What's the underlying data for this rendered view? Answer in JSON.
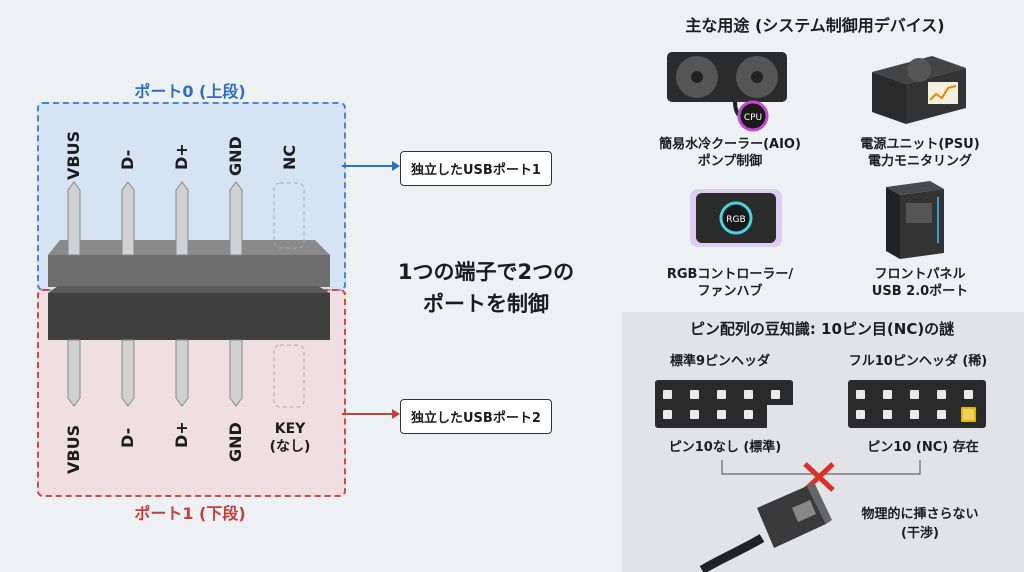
{
  "left": {
    "port0_title": "ポート0 (上段)",
    "port1_title": "ポート1 (下段)",
    "top_pins": [
      "VBUS",
      "D-",
      "D+",
      "GND",
      "NC"
    ],
    "bottom_pins": [
      "VBUS",
      "D-",
      "D+",
      "GND"
    ],
    "key_label_line1": "KEY",
    "key_label_line2": "(なし)",
    "port_box_1": "独立したUSBポート1",
    "port_box_2": "独立したUSBポート2"
  },
  "center": {
    "line1": "1つの端子で2つの",
    "line2": "ポートを制御"
  },
  "uses": {
    "title": "主な用途 (システム制御用デバイス)",
    "items": [
      {
        "line1": "簡易水冷クーラー(AIO)",
        "line2": "ポンプ制御",
        "icon": "aio-cooler-icon",
        "icon_text": "CPU"
      },
      {
        "line1": "電源ユニット(PSU)",
        "line2": "電力モニタリング",
        "icon": "psu-icon"
      },
      {
        "line1": "RGBコントローラー/",
        "line2": "ファンハブ",
        "icon": "rgb-controller-icon",
        "icon_text": "RGB"
      },
      {
        "line1": "フロントパネル",
        "line2": "USB 2.0ポート",
        "icon": "pc-case-icon"
      }
    ]
  },
  "trivia": {
    "title": "ピン配列の豆知識: 10ピン目(NC)の謎",
    "left_header": "標準9ピンヘッダ",
    "right_header": "フル10ピンヘッダ (稀)",
    "left_caption": "ピン10なし (標準)",
    "right_caption": "ピン10 (NC) 存在",
    "note_line1": "物理的に挿さらない",
    "note_line2": "(干渉)"
  },
  "colors": {
    "port0": "#2f6fbf",
    "port1": "#c2413a",
    "highlight_pin": "#e0b800",
    "cross": "#d9302a"
  }
}
